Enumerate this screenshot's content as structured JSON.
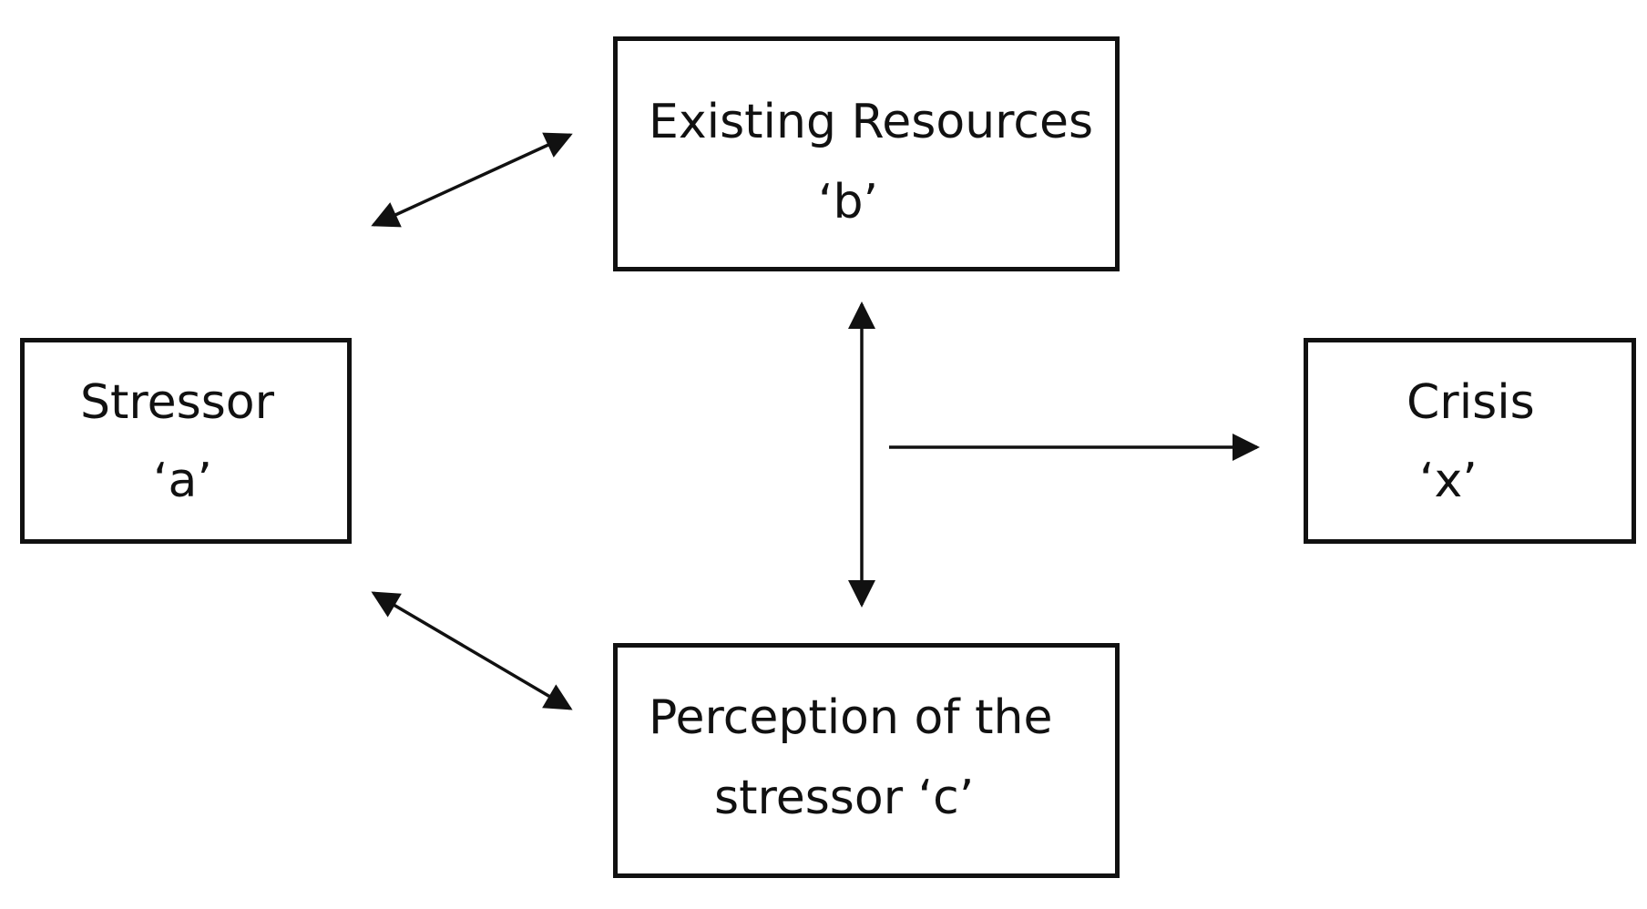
{
  "nodes": {
    "stressor": {
      "line1": "Stressor",
      "line2": "‘a’"
    },
    "resources": {
      "line1": "Existing Resources",
      "line2": "‘b’"
    },
    "perception": {
      "line1": "Perception of the",
      "line2": "stressor  ‘c’"
    },
    "crisis": {
      "line1": "Crisis",
      "line2": "‘x’"
    }
  },
  "edges": [
    {
      "from": "stressor",
      "to": "resources",
      "direction": "both"
    },
    {
      "from": "stressor",
      "to": "perception",
      "direction": "both"
    },
    {
      "from": "resources",
      "to": "perception",
      "direction": "both"
    },
    {
      "from": "resources-perception",
      "to": "crisis",
      "direction": "forward"
    }
  ],
  "colors": {
    "stroke": "#111111",
    "background": "#ffffff"
  }
}
